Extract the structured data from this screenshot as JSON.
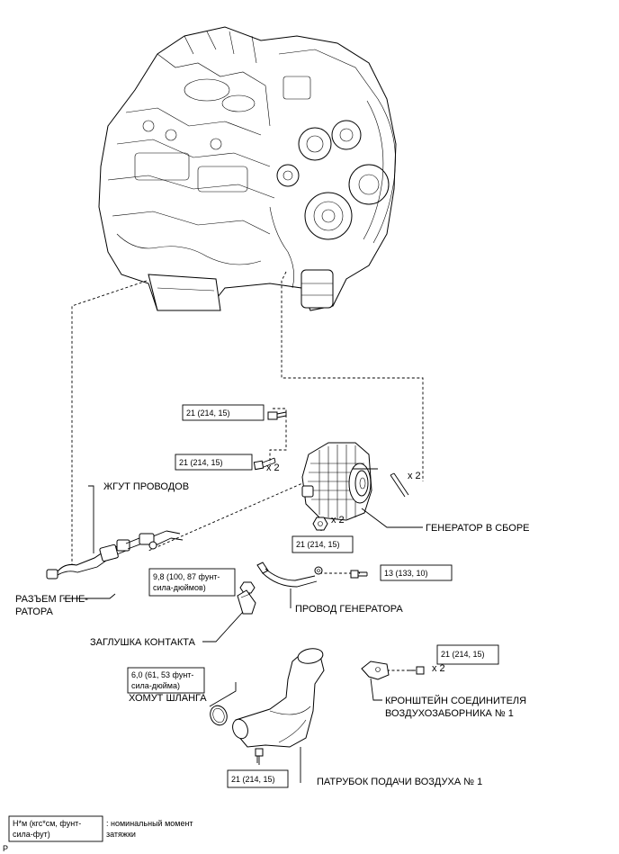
{
  "labels": {
    "harness": "ЖГУТ ПРОВОДОВ",
    "generator_connector_l1": "РАЗЪЕМ ГЕНЕ-",
    "generator_connector_l2": "РАТОРА",
    "generator_assembly": "ГЕНЕРАТОР В СБОРЕ",
    "generator_wire": "ПРОВОД ГЕНЕРАТОРА",
    "terminal_cap": "ЗАГЛУШКА КОНТАКТА",
    "hose_clamp": "ХОМУТ ШЛАНГА",
    "bracket_l1": "КРОНШТЕЙН СОЕДИНИТЕЛЯ",
    "bracket_l2": "ВОЗДУХОЗАБОРНИКА № 1",
    "air_pipe": "ПАТРУБОК ПОДАЧИ ВОЗДУХА № 1"
  },
  "torques": {
    "t1": "21 (214, 15)",
    "t2": "21 (214, 15)",
    "t3": "21 (214, 15)",
    "t4_l1": "9,8 (100, 87 фунт-",
    "t4_l2": "сила-дюймов)",
    "t5": "13 (133, 10)",
    "t6": "21 (214, 15)",
    "t7_l1": "6,0 (61, 53 фунт-",
    "t7_l2": "сила-дюйма)",
    "t8": "21 (214, 15)"
  },
  "multipliers": {
    "m1": "x 2",
    "m2": "x 2",
    "m3": "x 2",
    "m4": "x 2"
  },
  "legend": {
    "unit_l1": "Н*м (кгс*см, фунт-",
    "unit_l2": "сила-фут)",
    "desc_l1": ": номинальный момент",
    "desc_l2": "затяжки"
  },
  "corner_mark": "P"
}
